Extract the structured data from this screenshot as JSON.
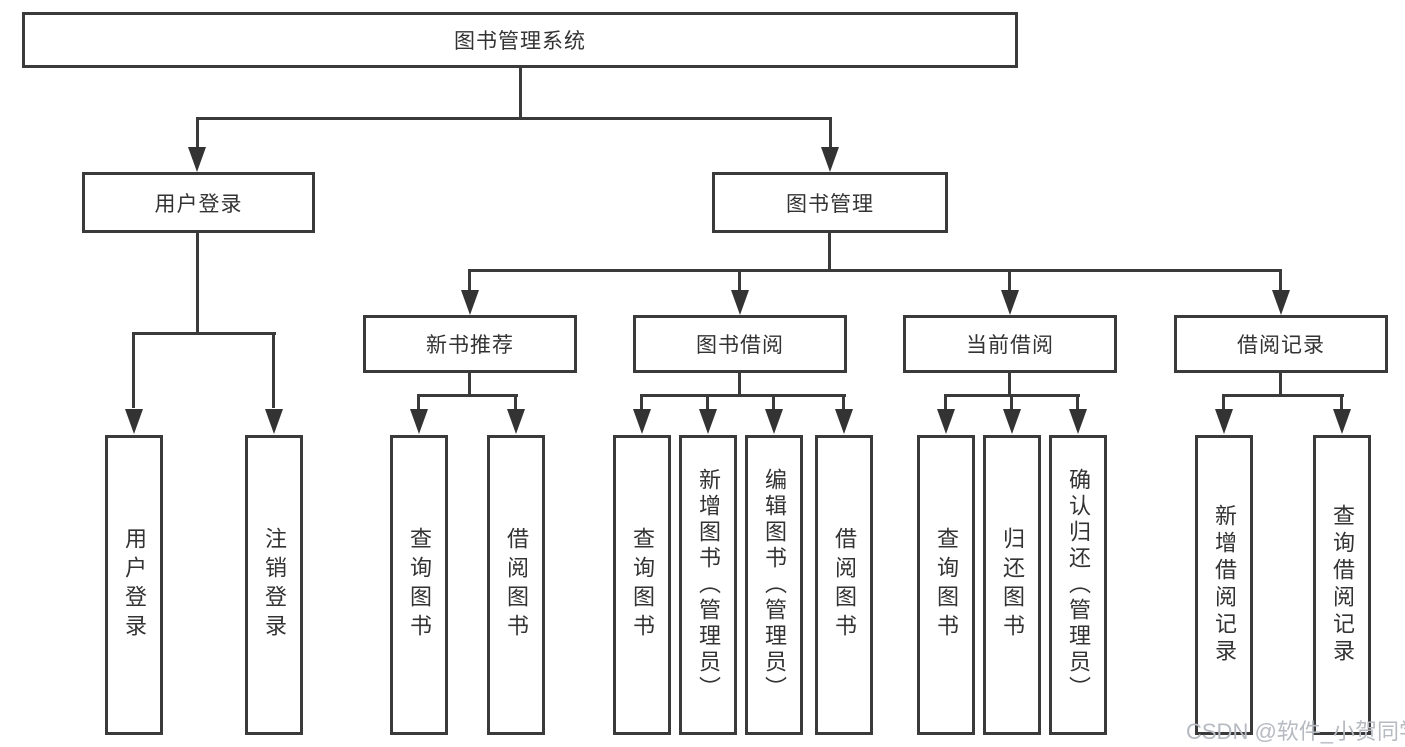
{
  "tree": {
    "root": {
      "label": "图书管理系统"
    },
    "level2": [
      {
        "label": "用户登录",
        "children": [
          {
            "label": "用户登录"
          },
          {
            "label": "注销登录"
          }
        ]
      },
      {
        "label": "图书管理",
        "sections": [
          {
            "label": "新书推荐",
            "children": [
              {
                "label": "查询图书"
              },
              {
                "label": "借阅图书"
              }
            ]
          },
          {
            "label": "图书借阅",
            "children": [
              {
                "label": "查询图书"
              },
              {
                "label": "新增图书（管理员）"
              },
              {
                "label": "编辑图书（管理员）"
              },
              {
                "label": "借阅图书"
              }
            ]
          },
          {
            "label": "当前借阅",
            "children": [
              {
                "label": "查询图书"
              },
              {
                "label": "归还图书"
              },
              {
                "label": "确认归还（管理员）"
              }
            ]
          },
          {
            "label": "借阅记录",
            "children": [
              {
                "label": "新增借阅记录"
              },
              {
                "label": "查询借阅记录"
              }
            ]
          }
        ]
      }
    ]
  },
  "watermark": {
    "text": "CSDN @软件_小贺同学"
  },
  "colors": {
    "line": "#3a3a3a",
    "box_border": "#3a3a3a",
    "text": "#333333",
    "watermark": "#b6bac1",
    "background": "#ffffff"
  }
}
